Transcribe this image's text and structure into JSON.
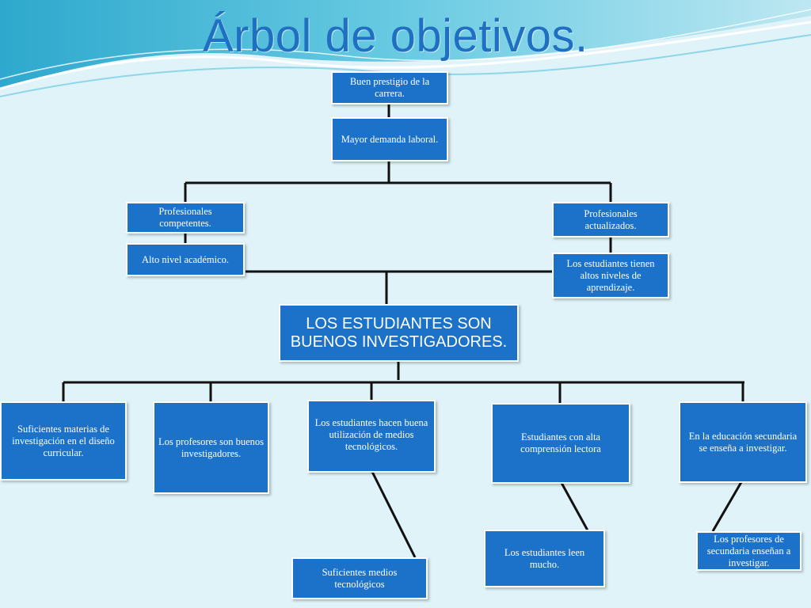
{
  "slide": {
    "title": "Árbol de objetivos."
  },
  "colors": {
    "node_fill": "#1b72c8",
    "node_text": "#ffffff",
    "background": "#dff3f8",
    "title": "#1f6fc2",
    "connector": "#111111"
  },
  "tree": {
    "root": "LOS ESTUDIANTES SON BUENOS INVESTIGADORES.",
    "ends": {
      "top": "Buen prestigio de la carrera.",
      "mid": "Mayor demanda laboral.",
      "left_a": "Profesionales competentes.",
      "left_b": "Alto nivel académico.",
      "right_a": "Profesionales actualizados.",
      "right_b": "Los estudiantes tienen altos niveles de aprendizaje."
    },
    "means": [
      "Suficientes materias de investigación en el diseño curricular.",
      "Los profesores son buenos investigadores.",
      "Los estudiantes hacen buena utilización de medios tecnológicos.",
      "Estudiantes con alta comprensión lectora",
      "En la educación secundaria se enseña a investigar."
    ],
    "sub_means": [
      "Suficientes medios tecnológicos",
      "Los estudiantes leen mucho.",
      "Los profesores de secundaria enseñan a investigar."
    ]
  }
}
